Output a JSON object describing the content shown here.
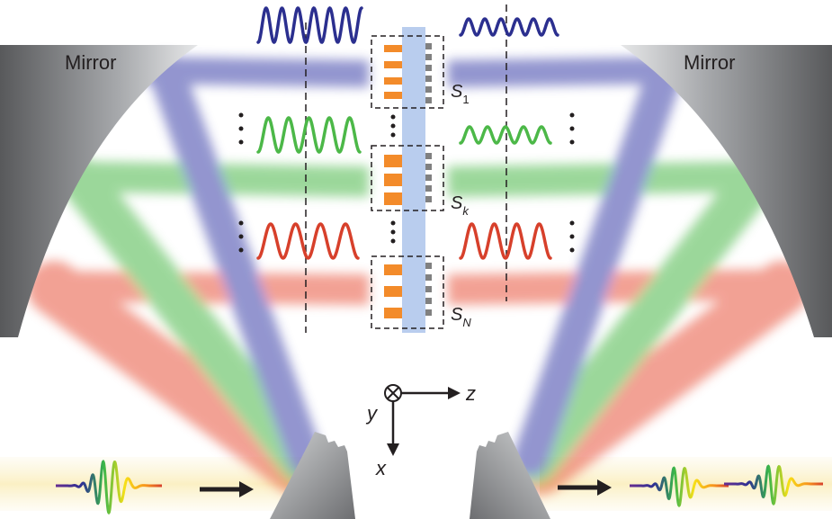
{
  "labels": {
    "mirror_left": "Mirror",
    "mirror_right": "Mirror",
    "segment_1": "S",
    "segment_1_sub": "1",
    "segment_k": "S",
    "segment_k_sub": "k",
    "segment_n": "S",
    "segment_n_sub": "N",
    "axis_z": "z",
    "axis_y": "y",
    "axis_x": "x"
  },
  "colors": {
    "blue": "#2b2f8f",
    "green": "#4cb848",
    "red": "#d7402b",
    "orange": "#f38b2a",
    "metasurface": "#b9cdee",
    "pillar_gray": "#808080",
    "mirror_dark": "#6d6e71",
    "input_band": "#fbf3d2"
  },
  "waves": [
    {
      "name": "blue",
      "side": "left",
      "amplitude": "large"
    },
    {
      "name": "blue",
      "side": "right",
      "amplitude": "small"
    },
    {
      "name": "green",
      "side": "left",
      "amplitude": "large"
    },
    {
      "name": "green",
      "side": "right",
      "amplitude": "small"
    },
    {
      "name": "red",
      "side": "left",
      "amplitude": "large"
    },
    {
      "name": "red",
      "side": "right",
      "amplitude": "large"
    }
  ]
}
